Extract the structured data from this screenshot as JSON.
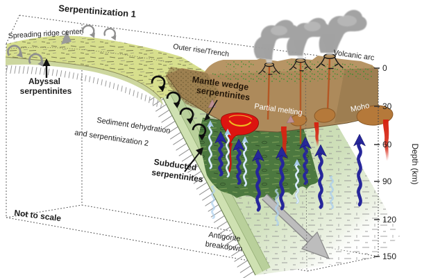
{
  "figure": {
    "type": "3d-block-diagram-subduction-zone-serpentinization",
    "labels": {
      "serpentinization_1": "Serpentinization 1",
      "spreading_ridge_center": "Spreading ridge center",
      "outer_rise_trench": "Outer rise/Trench",
      "abyssal_serpentinites": {
        "line1": "Abyssal",
        "line2": "serpentinites"
      },
      "mantle_wedge_serpentinites": {
        "line1": "Mantle wedge",
        "line2": "serpentinites"
      },
      "volcanic_arc": "Volcanic arc",
      "partial_melting": "Partial melting",
      "moho": "Moho",
      "sediment_dehydration": {
        "line1": "Sediment dehydration",
        "line2": "and serpentinization 2"
      },
      "subducted_serpentinites": {
        "line1": "Subducted",
        "line2": "serpentinites"
      },
      "antigorite_breakdown": {
        "line1": "Antigorite",
        "line2": "breakdown"
      },
      "not_to_scale": "Not to scale"
    },
    "depth_axis": {
      "label": "Depth (km)",
      "ticks": [
        "0",
        "30",
        "60",
        "90",
        "120",
        "150"
      ]
    },
    "colors": {
      "oceanic_plate": "#d7df8d",
      "slab_crust_light": "#cfe1b2",
      "slab_serpentinite_dark": "#4c783f",
      "mantle_wedge_brown": "#ad8a5b",
      "magma_red": "#dd1410",
      "melt_conduit_orange": "#b5511f",
      "fluid_arrow_light": "#b5d4ee",
      "fluid_arrow_navy": "#26269a",
      "smoke_gray": "#9f9f9f"
    }
  }
}
